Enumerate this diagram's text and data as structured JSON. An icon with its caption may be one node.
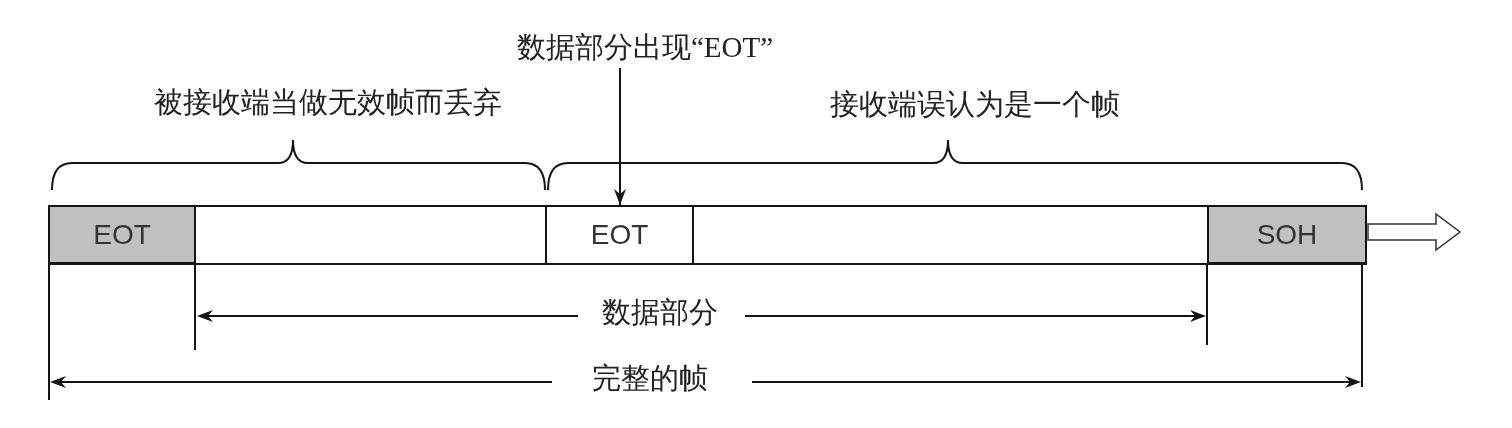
{
  "diagram": {
    "nodes": [
      {
        "text": [
          "数据部分出现“EOT”"
        ]
      },
      {
        "text": [
          "EOT"
        ]
      },
      {
        "text": [],
        "shape": "box"
      },
      {
        "text": [
          "EOT"
        ]
      },
      {
        "text": [],
        "shape": "box"
      },
      {
        "text": [
          "SOH"
        ]
      }
    ],
    "edges": [
      {
        "from": 0,
        "to": 3,
        "arrow": "to"
      }
    ],
    "labels": [
      "被接收端当做无效帧而丢弃",
      "接收端误认为是一个帧",
      "数据部分",
      "完整的帧"
    ]
  }
}
